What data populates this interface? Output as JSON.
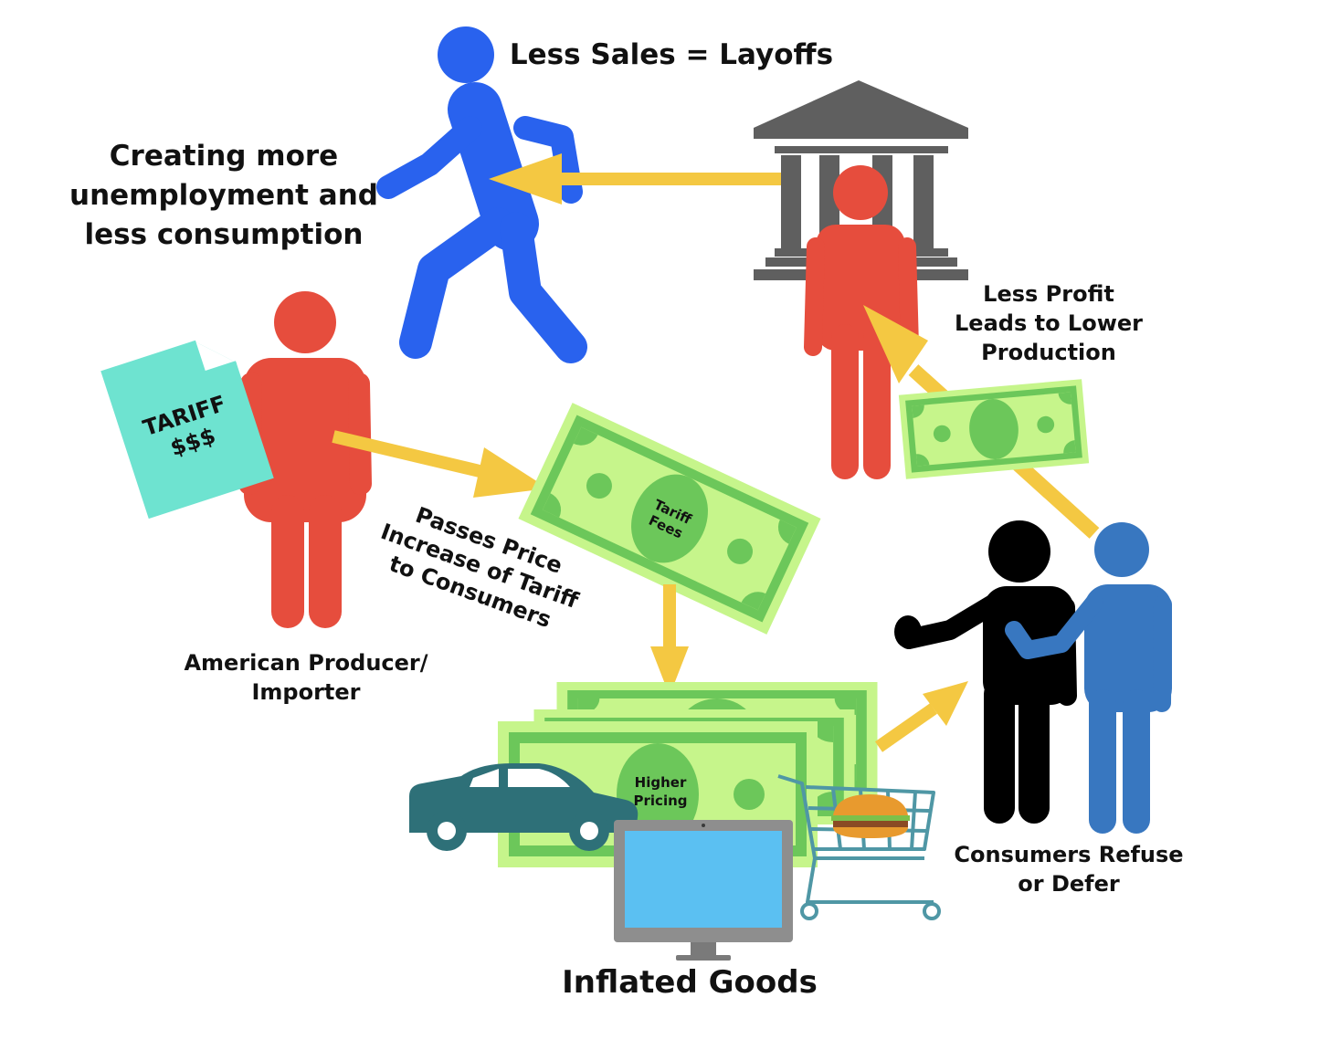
{
  "labels": {
    "layoffs": "Less Sales = Layoffs",
    "unemployment": [
      "Creating more",
      "unemployment and",
      "less consumption"
    ],
    "less_profit": [
      "Less Profit",
      "Leads to Lower",
      "Production"
    ],
    "producer": [
      "American Producer/",
      "Importer"
    ],
    "passes_price": [
      "Passes Price",
      "Increase of Tariff",
      "to Consumers"
    ],
    "consumers": [
      "Consumers Refuse",
      "or Defer"
    ],
    "inflated_goods": "Inflated Goods"
  },
  "document": {
    "line1": "TARIFF",
    "line2": "$$$"
  },
  "bills": {
    "tariff_fees": [
      "Tariff",
      "Fees"
    ],
    "higher_pricing": [
      "Higher",
      "Pricing"
    ]
  },
  "icons": [
    "walking-person-icon",
    "bank-building-icon",
    "person-icon",
    "tariff-document-icon",
    "dollar-bill-icon",
    "arrow-icon",
    "car-icon",
    "computer-monitor-icon",
    "shopping-cart-icon",
    "burger-icon"
  ],
  "colors": {
    "blue_person": "#2962EE",
    "red_person": "#E64D3D",
    "bank": "#5F5F5F",
    "arrow": "#F4C842",
    "bill_dark": "#6CC75A",
    "bill_light": "#C6F58B",
    "document": "#6EE3D0",
    "car": "#2E7078",
    "monitor_screen": "#5BC0F2",
    "consumer_blue": "#3877C0",
    "consumer_black": "#000000"
  }
}
